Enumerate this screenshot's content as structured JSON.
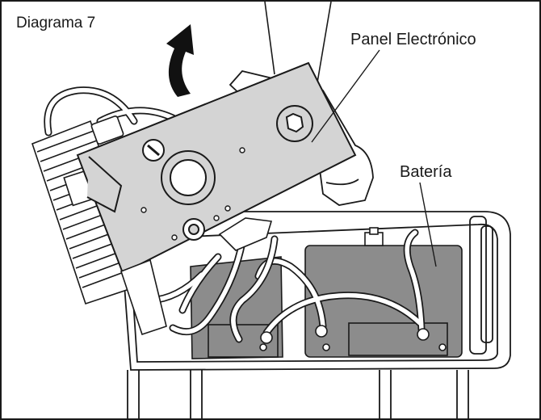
{
  "diagram": {
    "title": "Diagrama 7",
    "labels": {
      "panel": "Panel Electrónico",
      "battery": "Batería"
    },
    "colors": {
      "outline": "#1a1a1a",
      "panel_fill": "#d4d4d4",
      "battery_fill": "#8c8c8c",
      "arrow": "#111111",
      "background": "#ffffff"
    },
    "icons": {
      "rotation_arrow": "curved-arrow-up-icon"
    }
  }
}
